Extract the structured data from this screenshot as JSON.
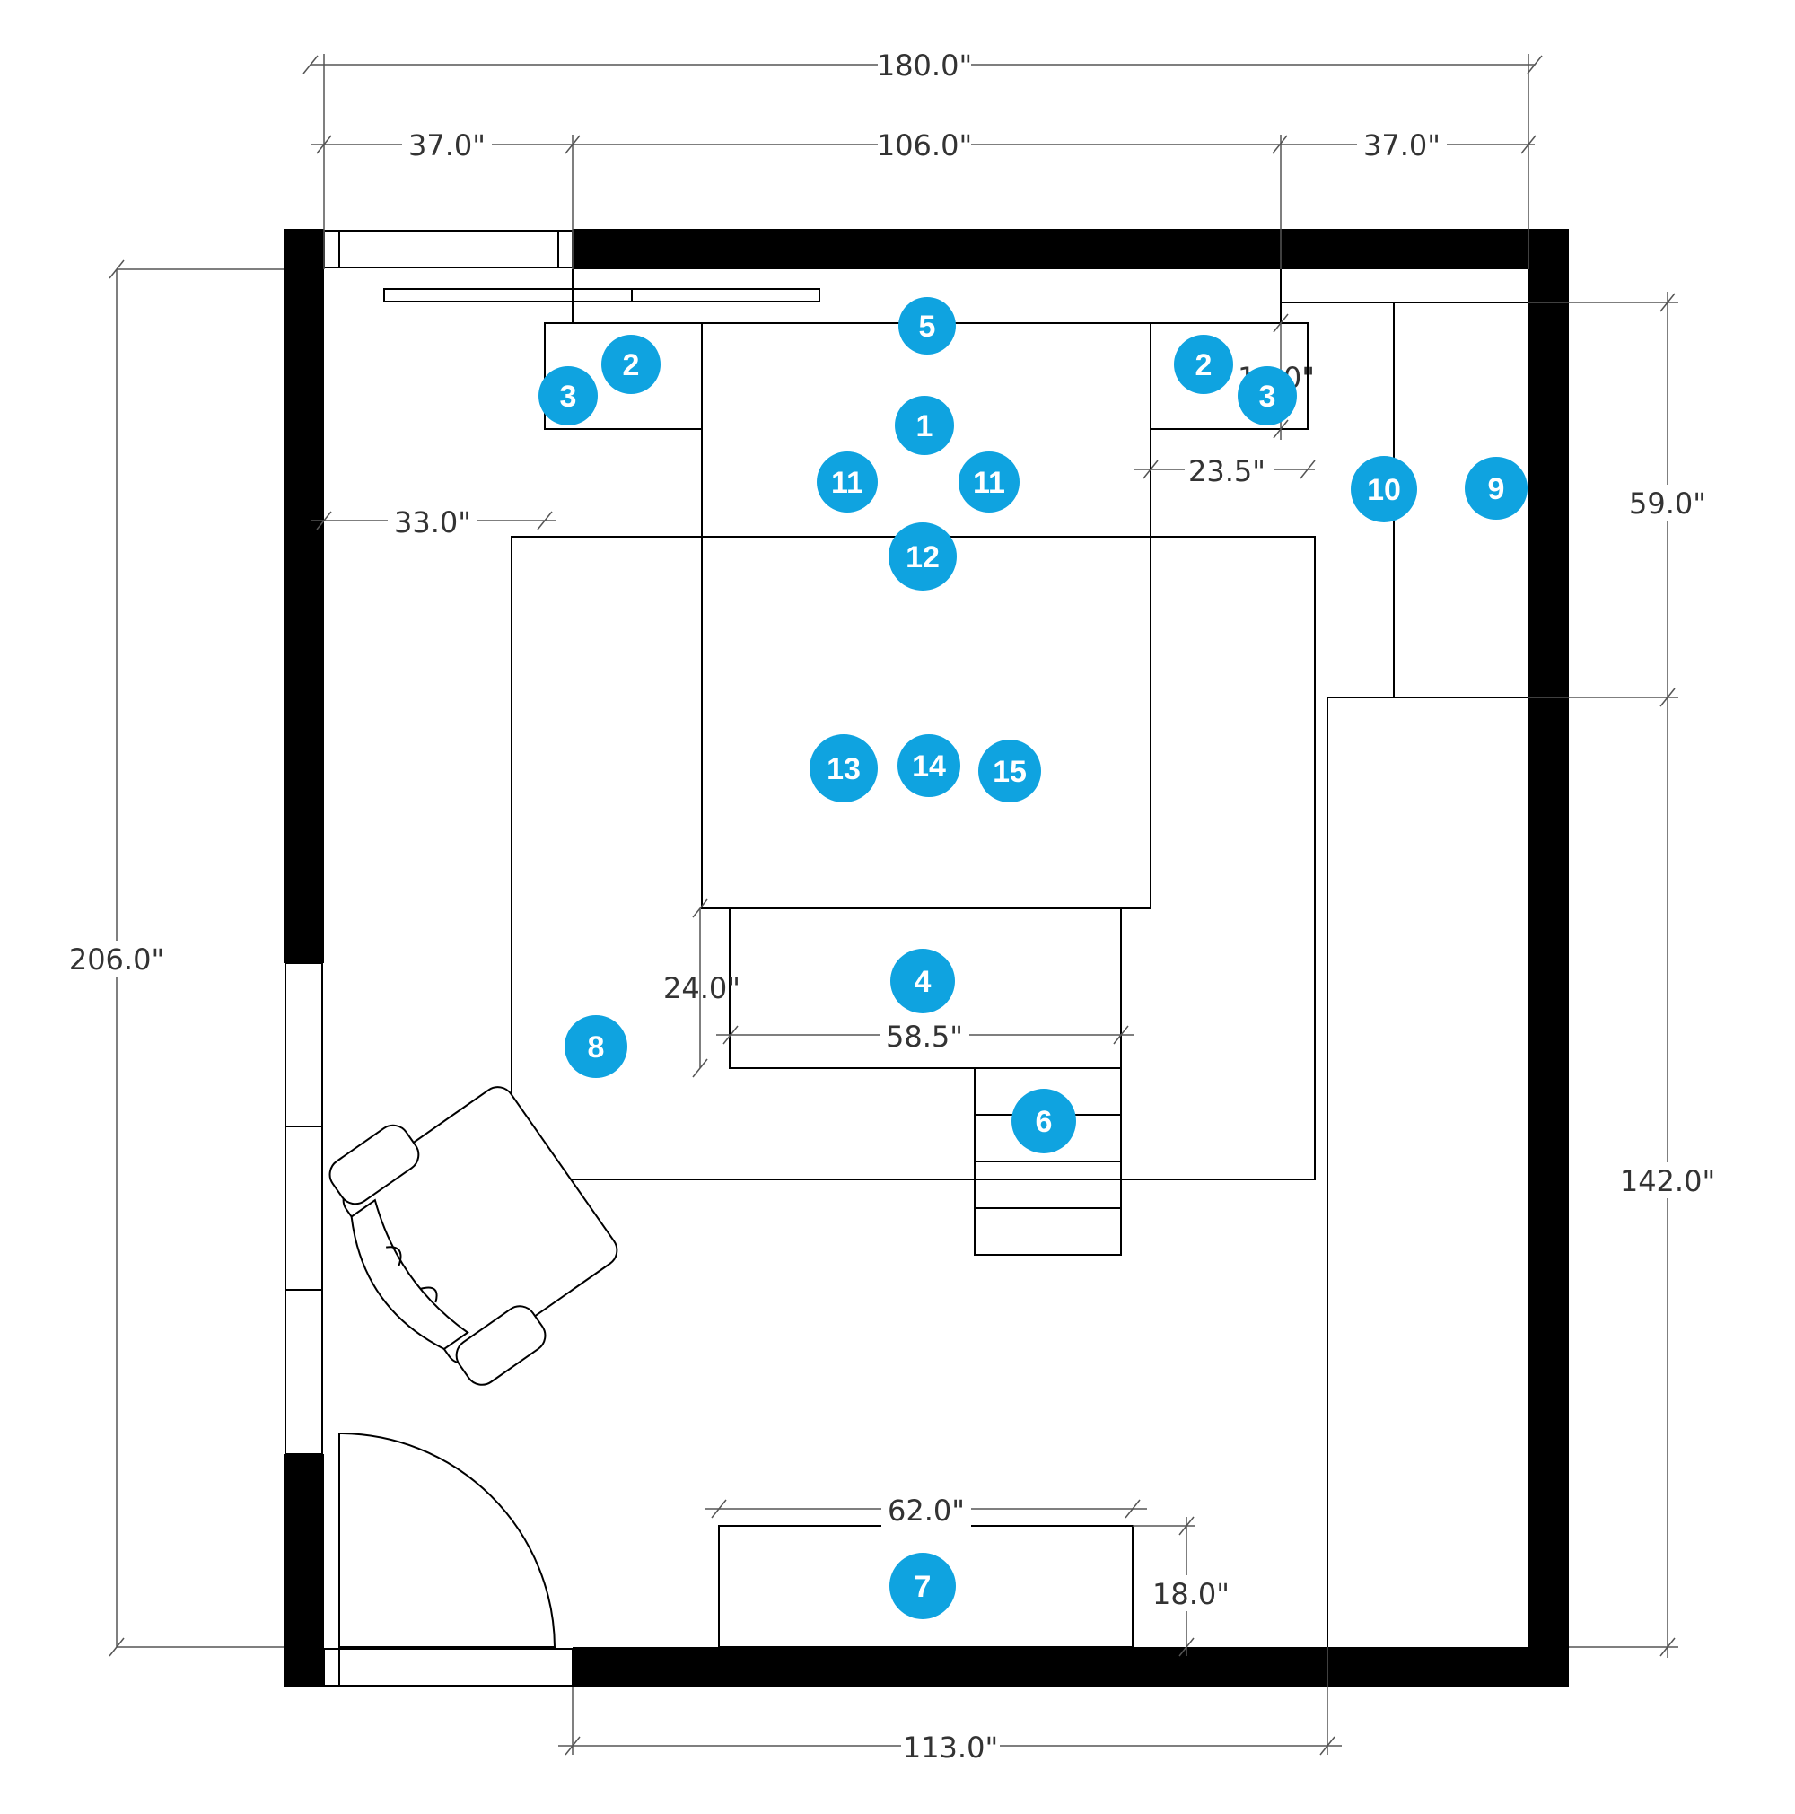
{
  "marker_color": "#0fa3e0",
  "wall_color": "#000000",
  "dimensions": {
    "d_total_width": "180.0\"",
    "d_left_offset": "37.0\"",
    "d_bed_span": "106.0\"",
    "d_right_offset": "37.0\"",
    "d_nightstand_depth": "16.0\"",
    "d_nightstand_width": "23.5\"",
    "d_rug_offset": "33.0\"",
    "d_bench_depth": "24.0\"",
    "d_bench_width": "58.5\"",
    "d_room_depth": "206.0\"",
    "d_closet_upper": "59.0\"",
    "d_closet_lower": "142.0\"",
    "d_dresser_width": "62.0\"",
    "d_dresser_depth": "18.0\"",
    "d_bottom_span": "113.0\""
  },
  "markers": {
    "m1": "1",
    "m2a": "2",
    "m2b": "2",
    "m3a": "3",
    "m3b": "3",
    "m4": "4",
    "m5": "5",
    "m6": "6",
    "m7": "7",
    "m8": "8",
    "m9": "9",
    "m10": "10",
    "m11a": "11",
    "m11b": "11",
    "m12": "12",
    "m13": "13",
    "m14": "14",
    "m15": "15"
  }
}
